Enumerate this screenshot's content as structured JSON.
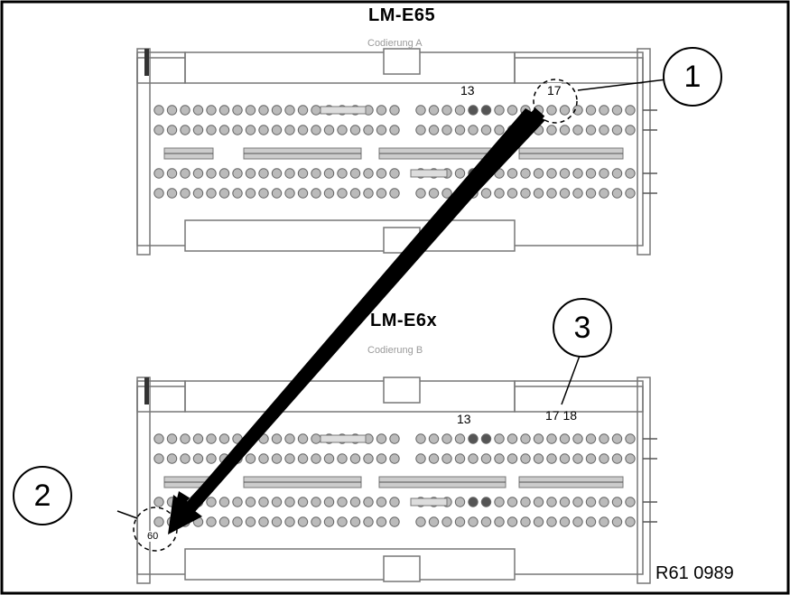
{
  "diagram": {
    "top_connector": {
      "title": "LM-E65",
      "subtitle": "Codierung A",
      "pin_label": "13",
      "marked_pin": "17"
    },
    "bottom_connector": {
      "title": "LM-E6x",
      "subtitle": "Codierung B",
      "pin_label": "13",
      "pin_pair": "17 18",
      "marked_pin": "60"
    },
    "callouts": [
      "1",
      "2",
      "3"
    ],
    "reference": "R61 0989"
  }
}
